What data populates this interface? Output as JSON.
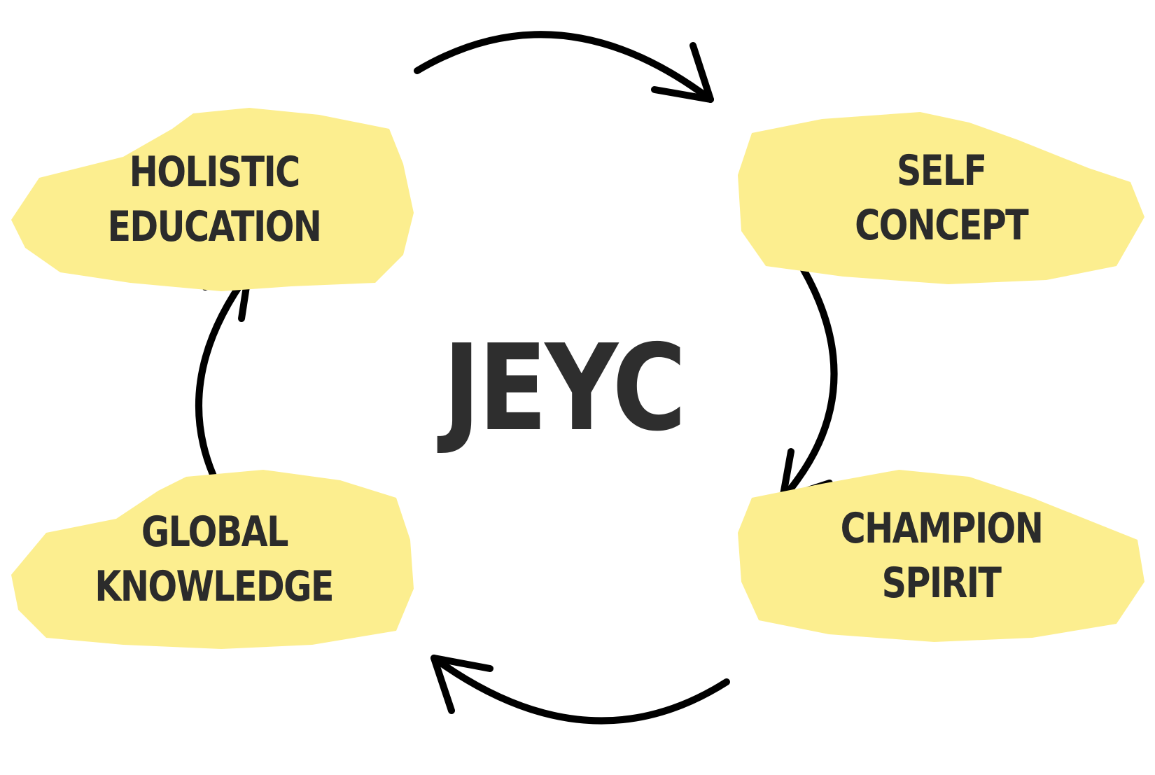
{
  "center": {
    "title": "JEYC"
  },
  "nodes": [
    {
      "line1": "HOLISTIC",
      "line2": "EDUCATION"
    },
    {
      "line1": "SELF",
      "line2": "CONCEPT"
    },
    {
      "line1": "CHAMPION",
      "line2": "SPIRIT"
    },
    {
      "line1": "GLOBAL",
      "line2": "KNOWLEDGE"
    }
  ],
  "colors": {
    "highlight": "#fcee8f",
    "ink": "#000000",
    "text": "#2b2b2b"
  }
}
